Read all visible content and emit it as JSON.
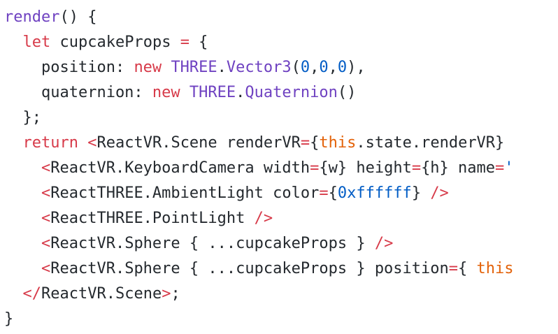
{
  "editor": {
    "lines": [
      [
        {
          "t": "render",
          "c": "fn"
        },
        {
          "t": "() {",
          "c": "plain"
        }
      ],
      [
        {
          "t": "  ",
          "c": "plain"
        },
        {
          "t": "let",
          "c": "kw"
        },
        {
          "t": " cupcakeProps ",
          "c": "plain"
        },
        {
          "t": "=",
          "c": "op"
        },
        {
          "t": " {",
          "c": "plain"
        }
      ],
      [
        {
          "t": "    position: ",
          "c": "plain"
        },
        {
          "t": "new",
          "c": "kw"
        },
        {
          "t": " ",
          "c": "plain"
        },
        {
          "t": "THREE",
          "c": "cls"
        },
        {
          "t": ".",
          "c": "plain"
        },
        {
          "t": "Vector3",
          "c": "cls"
        },
        {
          "t": "(",
          "c": "plain"
        },
        {
          "t": "0",
          "c": "num"
        },
        {
          "t": ",",
          "c": "plain"
        },
        {
          "t": "0",
          "c": "num"
        },
        {
          "t": ",",
          "c": "plain"
        },
        {
          "t": "0",
          "c": "num"
        },
        {
          "t": "),",
          "c": "plain"
        }
      ],
      [
        {
          "t": "    quaternion: ",
          "c": "plain"
        },
        {
          "t": "new",
          "c": "kw"
        },
        {
          "t": " ",
          "c": "plain"
        },
        {
          "t": "THREE",
          "c": "cls"
        },
        {
          "t": ".",
          "c": "plain"
        },
        {
          "t": "Quaternion",
          "c": "cls"
        },
        {
          "t": "()",
          "c": "plain"
        }
      ],
      [
        {
          "t": "  };",
          "c": "plain"
        }
      ],
      [
        {
          "t": "  ",
          "c": "plain"
        },
        {
          "t": "return",
          "c": "kw"
        },
        {
          "t": " ",
          "c": "plain"
        },
        {
          "t": "<",
          "c": "op"
        },
        {
          "t": "ReactVR.Scene renderVR",
          "c": "plain"
        },
        {
          "t": "=",
          "c": "op"
        },
        {
          "t": "{",
          "c": "plain"
        },
        {
          "t": "this",
          "c": "this"
        },
        {
          "t": ".state.renderVR}",
          "c": "plain"
        }
      ],
      [
        {
          "t": "    ",
          "c": "plain"
        },
        {
          "t": "<",
          "c": "op"
        },
        {
          "t": "ReactVR.KeyboardCamera width",
          "c": "plain"
        },
        {
          "t": "=",
          "c": "op"
        },
        {
          "t": "{w} height",
          "c": "plain"
        },
        {
          "t": "=",
          "c": "op"
        },
        {
          "t": "{h} name",
          "c": "plain"
        },
        {
          "t": "=",
          "c": "op"
        },
        {
          "t": "'",
          "c": "num"
        }
      ],
      [
        {
          "t": "    ",
          "c": "plain"
        },
        {
          "t": "<",
          "c": "op"
        },
        {
          "t": "ReactTHREE.AmbientLight color",
          "c": "plain"
        },
        {
          "t": "=",
          "c": "op"
        },
        {
          "t": "{",
          "c": "plain"
        },
        {
          "t": "0xffffff",
          "c": "num"
        },
        {
          "t": "} ",
          "c": "plain"
        },
        {
          "t": "/>",
          "c": "op"
        }
      ],
      [
        {
          "t": "    ",
          "c": "plain"
        },
        {
          "t": "<",
          "c": "op"
        },
        {
          "t": "ReactTHREE.PointLight ",
          "c": "plain"
        },
        {
          "t": "/>",
          "c": "op"
        }
      ],
      [
        {
          "t": "    ",
          "c": "plain"
        },
        {
          "t": "<",
          "c": "op"
        },
        {
          "t": "ReactVR.Sphere { ...cupcakeProps } ",
          "c": "plain"
        },
        {
          "t": "/>",
          "c": "op"
        }
      ],
      [
        {
          "t": "    ",
          "c": "plain"
        },
        {
          "t": "<",
          "c": "op"
        },
        {
          "t": "ReactVR.Sphere { ...cupcakeProps } position",
          "c": "plain"
        },
        {
          "t": "=",
          "c": "op"
        },
        {
          "t": "{ ",
          "c": "plain"
        },
        {
          "t": "this",
          "c": "this"
        }
      ],
      [
        {
          "t": "  ",
          "c": "plain"
        },
        {
          "t": "</",
          "c": "op"
        },
        {
          "t": "ReactVR.Scene",
          "c": "plain"
        },
        {
          "t": ">",
          "c": "op"
        },
        {
          "t": ";",
          "c": "plain"
        }
      ],
      [
        {
          "t": "}",
          "c": "plain"
        }
      ]
    ]
  }
}
